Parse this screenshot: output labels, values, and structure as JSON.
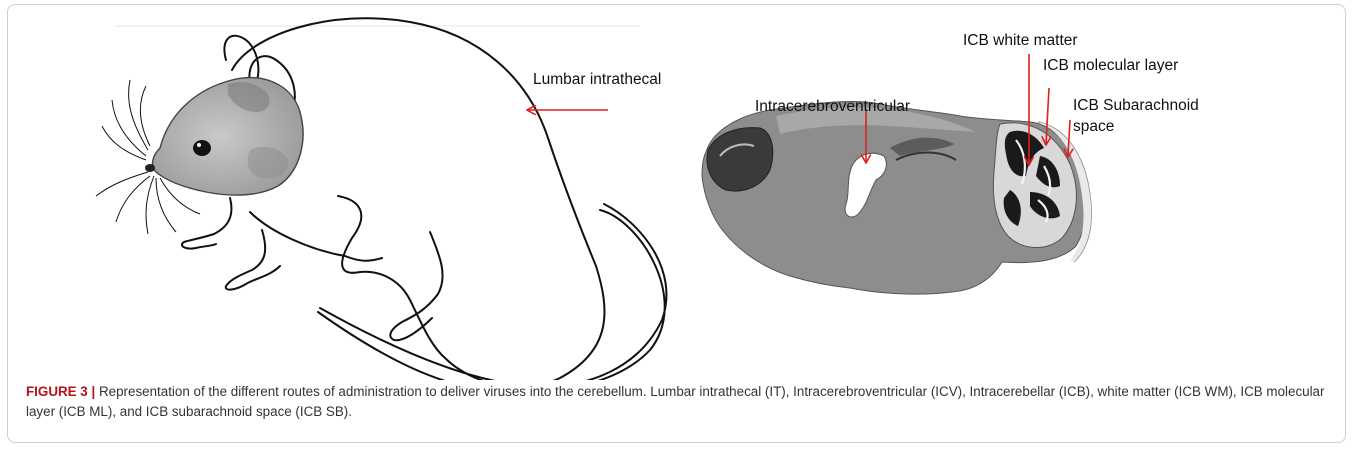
{
  "figure": {
    "labels": {
      "lumbar": "Lumbar intrathecal",
      "icv": "Intracerebroventricular",
      "icb_wm": "ICB white matter",
      "icb_ml": "ICB molecular layer",
      "icb_sb_line1": "ICB Subarachnoid",
      "icb_sb_line2": "space"
    },
    "colors": {
      "arrow": "#e02020",
      "caption_accent": "#b5121b",
      "outline": "#111111"
    }
  },
  "caption": {
    "number": "FIGURE 3",
    "separator": "|",
    "text": "Representation of the different routes of administration to deliver viruses into the cerebellum. Lumbar intrathecal (IT), Intracerebroventricular (ICV), Intracerebellar (ICB), white matter (ICB WM), ICB molecular layer (ICB ML), and ICB subarachnoid space (ICB SB)."
  }
}
